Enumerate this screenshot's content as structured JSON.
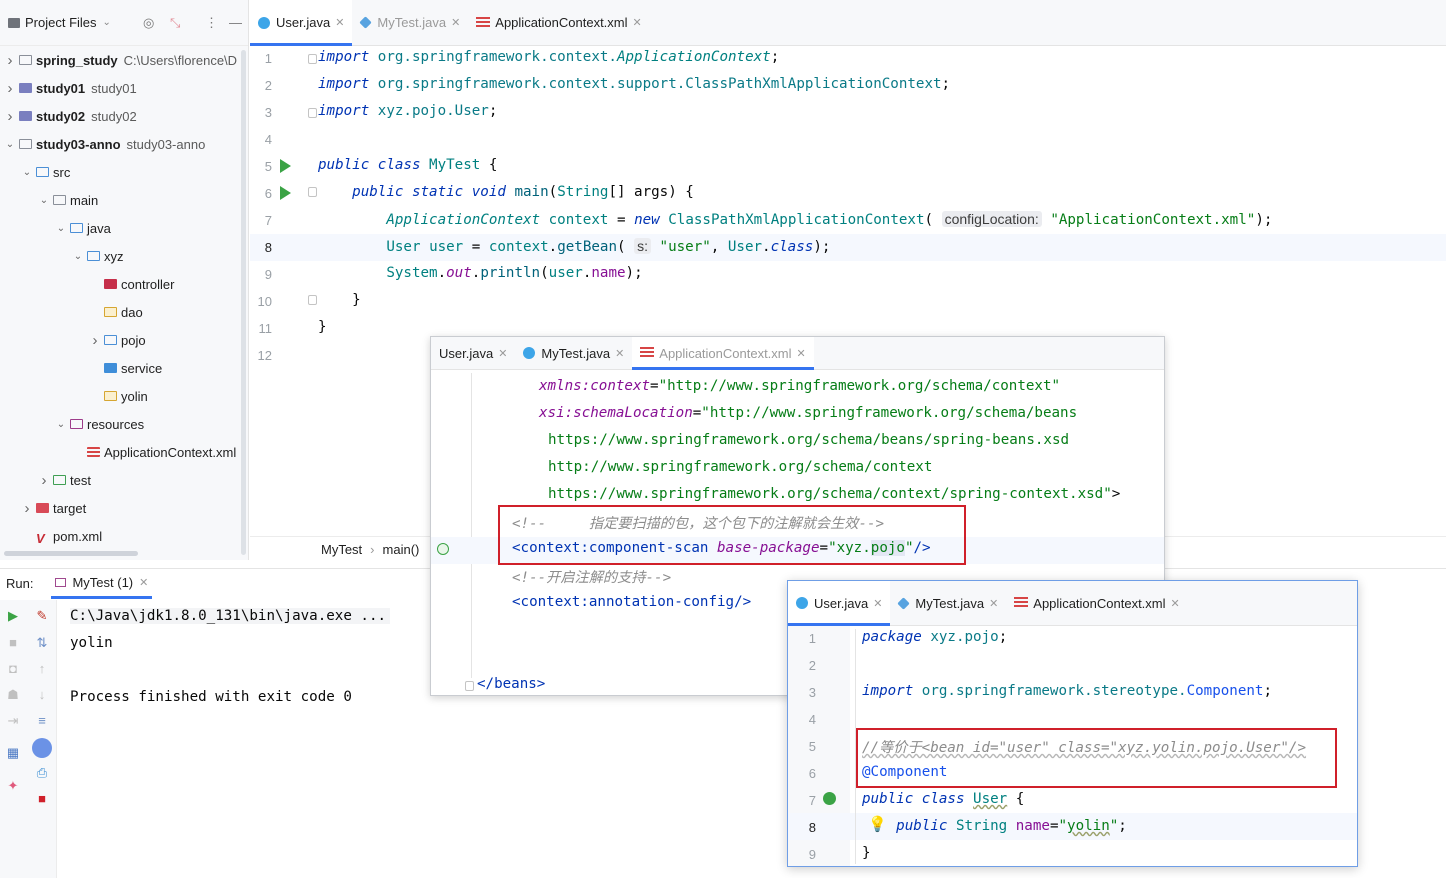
{
  "project_panel": {
    "title": "Project Files",
    "tree": [
      {
        "name": "spring_study",
        "sub": "C:\\Users\\florence\\D",
        "bold": true,
        "icon": "folder-icon",
        "depth": 0,
        "arrow": "›"
      },
      {
        "name": "study01",
        "sub": "study01",
        "bold": true,
        "icon": "module-icon",
        "depth": 0,
        "arrow": "›"
      },
      {
        "name": "study02",
        "sub": "study02",
        "bold": true,
        "icon": "module-icon",
        "depth": 0,
        "arrow": "›"
      },
      {
        "name": "study03-anno",
        "sub": "study03-anno",
        "bold": true,
        "icon": "folder-icon",
        "depth": 0,
        "arrow": "⌄"
      },
      {
        "name": "src",
        "sub": "",
        "bold": false,
        "icon": "source-folder-icon",
        "depth": 1,
        "arrow": "⌄"
      },
      {
        "name": "main",
        "sub": "",
        "bold": false,
        "icon": "folder-icon",
        "depth": 2,
        "arrow": "⌄"
      },
      {
        "name": "java",
        "sub": "",
        "bold": false,
        "icon": "source-folder-icon",
        "depth": 3,
        "arrow": "⌄"
      },
      {
        "name": "xyz",
        "sub": "",
        "bold": false,
        "icon": "package-icon",
        "depth": 4,
        "arrow": "⌄"
      },
      {
        "name": "controller",
        "sub": "",
        "bold": false,
        "icon": "package-red-icon",
        "depth": 5,
        "arrow": ""
      },
      {
        "name": "dao",
        "sub": "",
        "bold": false,
        "icon": "package-yellow-icon",
        "depth": 5,
        "arrow": ""
      },
      {
        "name": "pojo",
        "sub": "",
        "bold": false,
        "icon": "package-icon",
        "depth": 5,
        "arrow": "›"
      },
      {
        "name": "service",
        "sub": "",
        "bold": false,
        "icon": "package-blue-icon",
        "depth": 5,
        "arrow": ""
      },
      {
        "name": "yolin",
        "sub": "",
        "bold": false,
        "icon": "package-yellow-icon",
        "depth": 5,
        "arrow": ""
      },
      {
        "name": "resources",
        "sub": "",
        "bold": false,
        "icon": "resources-folder-icon",
        "depth": 3,
        "arrow": "⌄"
      },
      {
        "name": "ApplicationContext.xml",
        "sub": "",
        "bold": false,
        "icon": "xml-file-icon",
        "depth": 4,
        "arrow": ""
      },
      {
        "name": "test",
        "sub": "",
        "bold": false,
        "icon": "test-folder-icon",
        "depth": 2,
        "arrow": "›"
      },
      {
        "name": "target",
        "sub": "",
        "bold": false,
        "icon": "target-folder-icon",
        "depth": 1,
        "arrow": "›"
      },
      {
        "name": "pom.xml",
        "sub": "",
        "bold": false,
        "icon": "maven-icon",
        "depth": 1,
        "arrow": ""
      }
    ]
  },
  "main_tabs": [
    {
      "label": "User.java",
      "icon": "java-class-icon",
      "active": true,
      "dim": false
    },
    {
      "label": "MyTest.java",
      "icon": "java-class-icon",
      "active": false,
      "dim": true
    },
    {
      "label": "ApplicationContext.xml",
      "icon": "xml-file-icon",
      "active": false,
      "dim": false
    }
  ],
  "main_editor": {
    "line_numbers": [
      "1",
      "2",
      "3",
      "4",
      "5",
      "6",
      "7",
      "8",
      "9",
      "10",
      "11",
      "12"
    ],
    "current_line": "8",
    "hint_config_location": "configLocation:",
    "hint_s": "s:"
  },
  "breadcrumb": {
    "items": [
      "MyTest",
      "main()"
    ]
  },
  "run_panel": {
    "label": "Run:",
    "tab": "MyTest (1)",
    "console": [
      "C:\\Java\\jdk1.8.0_131\\bin\\java.exe ...",
      "yolin",
      "",
      "Process finished with exit code 0"
    ]
  },
  "xml_window": {
    "tabs": [
      {
        "label": "User.java",
        "active": false,
        "dim": false
      },
      {
        "label": "MyTest.java",
        "active": false,
        "dim": false
      },
      {
        "label": "ApplicationContext.xml",
        "active": true,
        "dim": true
      }
    ]
  },
  "user_window": {
    "tabs": [
      {
        "label": "User.java",
        "active": true
      },
      {
        "label": "MyTest.java",
        "active": false
      },
      {
        "label": "ApplicationContext.xml",
        "active": false
      }
    ],
    "line_numbers": [
      "1",
      "2",
      "3",
      "4",
      "5",
      "6",
      "7",
      "8",
      "9"
    ],
    "current_line": "8"
  },
  "colors": {
    "accent": "#3574f0",
    "highlight_box": "#d0202a",
    "run_green": "#3ba345"
  }
}
